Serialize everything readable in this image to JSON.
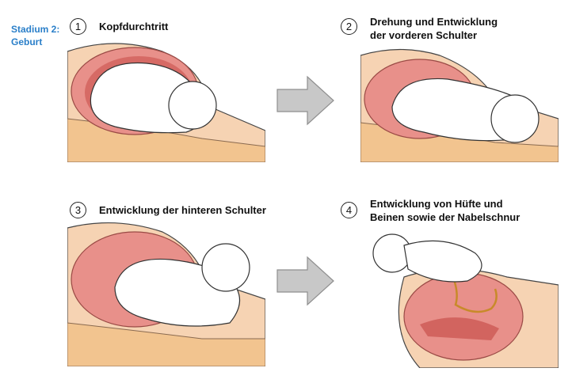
{
  "stage_label": {
    "line1": "Stadium 2:",
    "line2": "Geburt"
  },
  "steps": [
    {
      "number": "1",
      "line1": "Kopfdurchtritt",
      "line2": ""
    },
    {
      "number": "2",
      "line1": "Drehung und Entwicklung",
      "line2": "der vorderen Schulter"
    },
    {
      "number": "3",
      "line1": "Entwicklung der hinteren Schulter",
      "line2": ""
    },
    {
      "number": "4",
      "line1": "Entwicklung von Hüfte und",
      "line2": "Beinen sowie der Nabelschnur"
    }
  ],
  "colors": {
    "stage": "#2a7fc9",
    "tissue": "#f6d3b3",
    "uterus": "#e8908a",
    "arrow": "#c8c8c8"
  }
}
